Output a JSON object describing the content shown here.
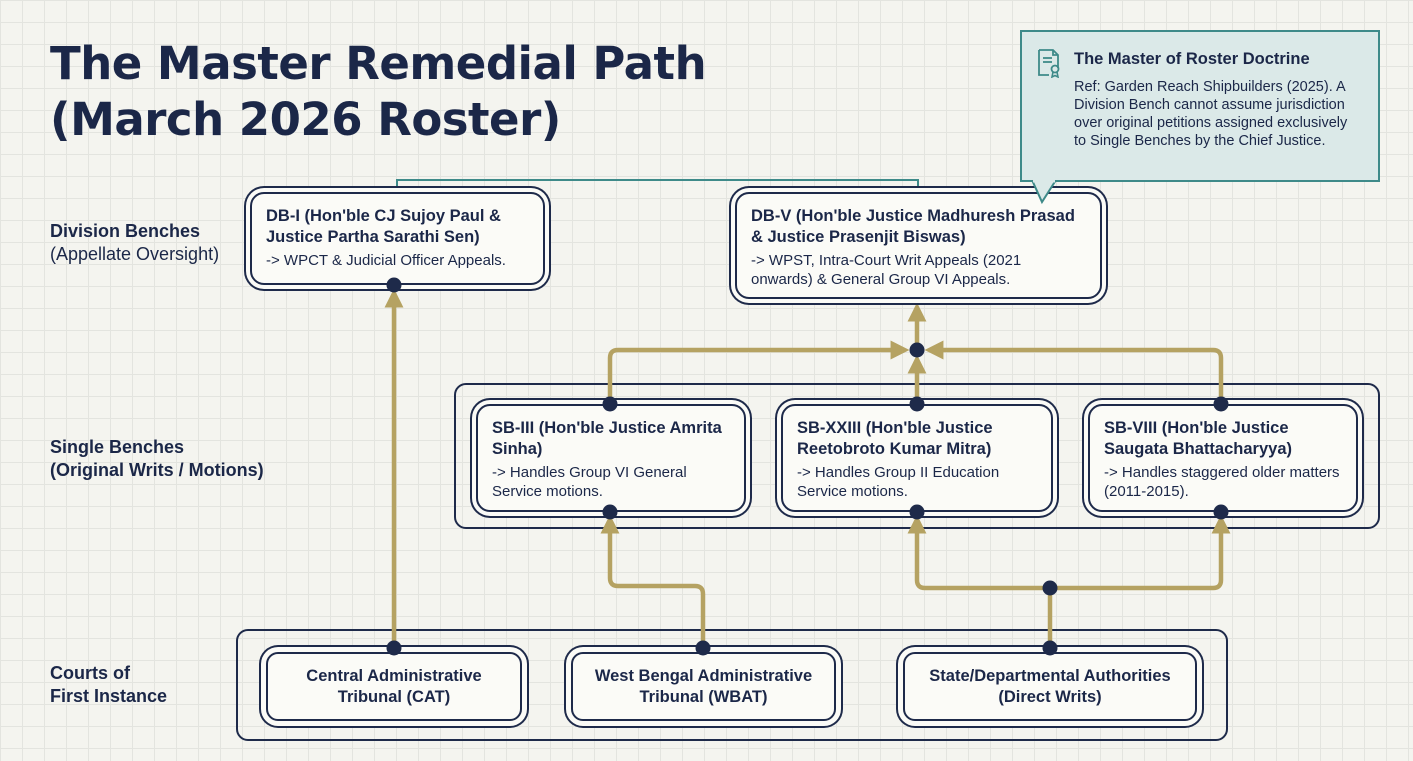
{
  "title": {
    "line1": "The Master Remedial Path",
    "line2": "(March 2026 Roster)"
  },
  "tiers": {
    "division": {
      "main": "Division Benches",
      "sub": "(Appellate Oversight)"
    },
    "single": {
      "main": "Single Benches",
      "sub": "(Original Writs / Motions)"
    },
    "first": {
      "main": "Courts of",
      "sub": "First Instance"
    }
  },
  "division_benches": [
    {
      "name": "DB-I (Hon'ble CJ Sujoy Paul & Justice Partha Sarathi Sen)",
      "desc": "-> WPCT & Judicial Officer Appeals."
    },
    {
      "name": "DB-V (Hon'ble Justice Madhuresh Prasad & Justice Prasenjit Biswas)",
      "desc": "-> WPST, Intra-Court Writ Appeals (2021 onwards) & General Group VI Appeals."
    }
  ],
  "single_benches": [
    {
      "name": "SB-III (Hon'ble Justice Amrita Sinha)",
      "desc": "-> Handles Group VI General Service motions."
    },
    {
      "name": "SB-XXIII (Hon'ble Justice Reetobroto Kumar Mitra)",
      "desc": "-> Handles Group II Education Service motions."
    },
    {
      "name": "SB-VIII (Hon'ble Justice Saugata Bhattacharyya)",
      "desc": "-> Handles staggered older matters (2011-2015)."
    }
  ],
  "courts": [
    {
      "name": "Central Administrative\nTribunal (CAT)"
    },
    {
      "name": "West Bengal Administrative\nTribunal (WBAT)"
    },
    {
      "name": "State/Departmental Authorities\n(Direct Writs)"
    }
  ],
  "callout": {
    "title": "The Master of Roster Doctrine",
    "body": "Ref: Garden Reach Shipbuilders (2025). A Division Bench cannot assume jurisdiction over original petitions assigned exclusively to Single Benches by the Chief Justice.",
    "icon": "certificate-document-icon"
  },
  "colors": {
    "navy": "#1e2a4a",
    "gold": "#b5a262",
    "teal": "#3e8a89",
    "callout_bg": "#dbe9e8"
  }
}
